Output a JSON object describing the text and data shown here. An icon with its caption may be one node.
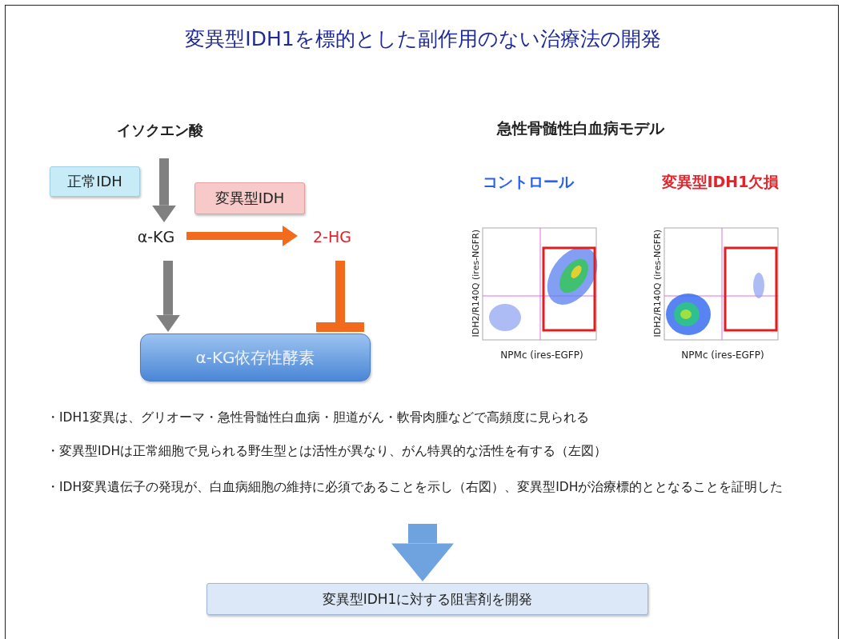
{
  "diagram": {
    "title": "変異型IDH1を標的とした副作用のない治療法の開発",
    "nodes": [
      {
        "text": [
          "イソクエン酸"
        ]
      },
      {
        "text": [
          "正常IDH"
        ]
      },
      {
        "text": [
          "変異型IDH"
        ]
      },
      {
        "text": [
          "α-KG"
        ]
      },
      {
        "text": [
          "2-HG"
        ]
      },
      {
        "text": [
          "α-KG依存性酵素"
        ]
      },
      {
        "text": [
          "変異型IDH1に対する阻害剤を開発"
        ]
      }
    ],
    "edges": [
      {
        "from": 0,
        "to": 3,
        "arrow": "to",
        "color": "#808080"
      },
      {
        "from": 3,
        "to": 4,
        "arrow": "to",
        "color": "#f26b1d"
      },
      {
        "from": 3,
        "to": 5,
        "arrow": "to",
        "color": "#808080"
      },
      {
        "from": 4,
        "to": 5,
        "arrow": "other",
        "color": "#f26b1d"
      },
      {
        "from": null,
        "to": 6,
        "arrow": "to",
        "style": "thick",
        "color": "#6fa3e0"
      }
    ],
    "labels": [
      "急性骨髄性白血病モデル",
      "コントロール",
      "変異型IDH1欠損",
      "IDH2/R140Q (ires-NGFR)",
      "NPMc (ires-EGFP)",
      "IDH2/R140Q (ires-NGFR)",
      "NPMc (ires-EGFP)",
      "・IDH1変異は、グリオーマ・急性骨髄性白血病・胆道がん・軟骨肉腫などで高頻度に見られる",
      "・変異型IDHは正常細胞で見られる野生型とは活性が異なり、がん特異的な活性を有する（左図）",
      "・IDH変異遺伝子の発現が、白血病細胞の維持に必須であることを示し（右図）、変異型IDHが治療標的ととなることを証明した"
    ]
  }
}
